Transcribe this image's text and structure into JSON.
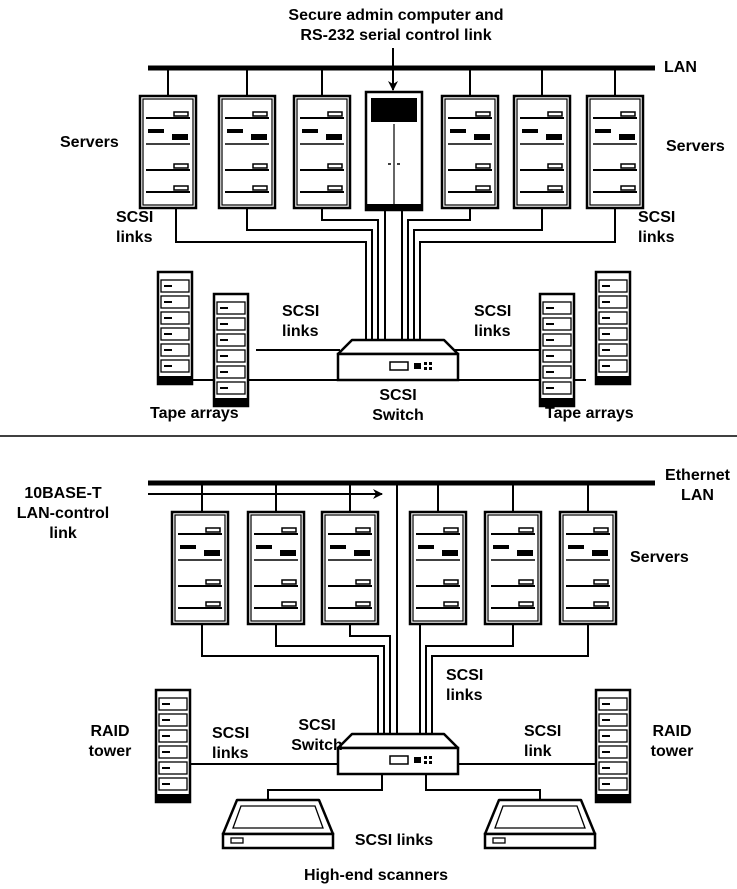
{
  "colors": {
    "ink": "#000000",
    "paper": "#ffffff"
  },
  "top": {
    "admin_label": "Secure admin computer and\nRS-232 serial control link",
    "lan_label": "LAN",
    "servers_left_label": "Servers",
    "servers_right_label": "Servers",
    "scsi_links_left": "SCSI\nlinks",
    "scsi_links_right": "SCSI\nlinks",
    "scsi_links_mid_left": "SCSI\nlinks",
    "scsi_links_mid_right": "SCSI\nlinks",
    "switch_label": "SCSI\nSwitch",
    "tape_left_label": "Tape arrays",
    "tape_right_label": "Tape arrays"
  },
  "bottom": {
    "control_label": "10BASE-T\nLAN-control\nlink",
    "lan_label": "Ethernet\nLAN",
    "servers_label": "Servers",
    "scsi_links_right_upper": "SCSI\nlinks",
    "raid_left_label": "RAID\ntower",
    "raid_right_label": "RAID\ntower",
    "scsi_links_left": "SCSI\nlinks",
    "switch_label": "SCSI\nSwitch",
    "scsi_link_right": "SCSI\nlink",
    "scanner_links_label": "SCSI links",
    "scanners_label": "High-end scanners"
  }
}
